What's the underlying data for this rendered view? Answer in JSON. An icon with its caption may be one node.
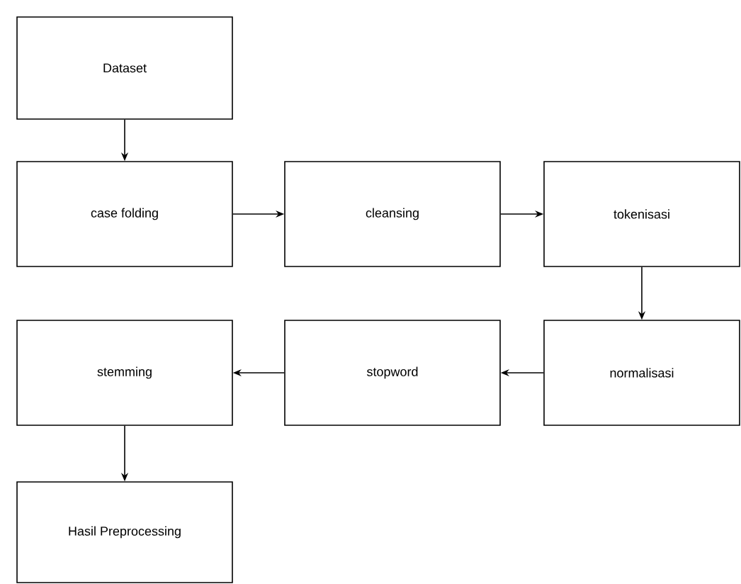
{
  "diagram": {
    "nodes": [
      {
        "text": [
          "Dataset"
        ]
      },
      {
        "text": [
          "case folding"
        ]
      },
      {
        "text": [
          "cleansing"
        ]
      },
      {
        "text": [
          "tokenisasi"
        ]
      },
      {
        "text": [
          "normalisasi"
        ]
      },
      {
        "text": [
          "stopword"
        ]
      },
      {
        "text": [
          "stemming"
        ]
      },
      {
        "text": [
          "Hasil Preprocessing"
        ]
      }
    ],
    "edges": [
      {
        "from": 0,
        "to": 1,
        "arrow": "to"
      },
      {
        "from": 1,
        "to": 2,
        "arrow": "to"
      },
      {
        "from": 2,
        "to": 3,
        "arrow": "to"
      },
      {
        "from": 3,
        "to": 4,
        "arrow": "to"
      },
      {
        "from": 4,
        "to": 5,
        "arrow": "to"
      },
      {
        "from": 5,
        "to": 6,
        "arrow": "to"
      },
      {
        "from": 6,
        "to": 7,
        "arrow": "to"
      }
    ]
  }
}
